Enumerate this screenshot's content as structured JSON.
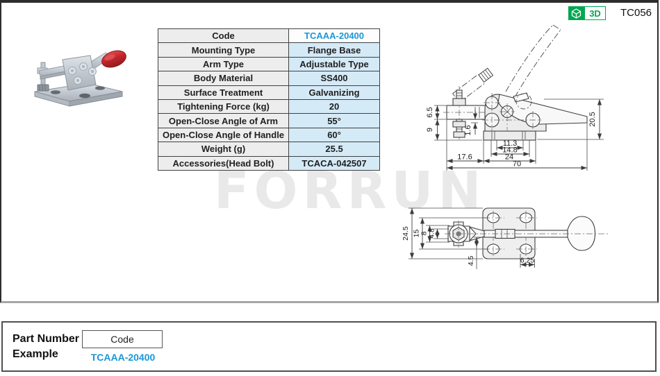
{
  "header": {
    "page_code": "TC056",
    "badge_3d_label": "3D"
  },
  "watermark": "FORRUN",
  "spec_table": {
    "rows": [
      {
        "label": "Code",
        "value": "TCAAA-20400",
        "highlight": true
      },
      {
        "label": "Mounting Type",
        "value": "Flange Base"
      },
      {
        "label": "Arm Type",
        "value": "Adjustable Type"
      },
      {
        "label": "Body Material",
        "value": "SS400"
      },
      {
        "label": "Surface Treatment",
        "value": "Galvanizing"
      },
      {
        "label": "Tightening Force (kg)",
        "value": "20"
      },
      {
        "label": "Open-Close Angle of Arm",
        "value": "55°"
      },
      {
        "label": "Open-Close Angle of Handle",
        "value": "60°"
      },
      {
        "label": "Weight (g)",
        "value": "25.5"
      },
      {
        "label": "Accessories(Head Bolt)",
        "value": "TCACA-042507"
      }
    ]
  },
  "drawings": {
    "side_view": {
      "dim_6_5": "6.5",
      "dim_9": "9",
      "dim_1_6": "1.6",
      "dim_20_5": "20.5",
      "dim_11_3": "11.3",
      "dim_14_8": "14.8",
      "dim_24": "24",
      "dim_17_6": "17.6",
      "dim_70": "70"
    },
    "top_view": {
      "dim_24_5": "24.5",
      "dim_15": "15",
      "dim_8": "8",
      "dim_4_8": "4.8",
      "dim_4_5": "4.5",
      "dim_6_25": "6.25"
    }
  },
  "part_number_example": {
    "title_line1": "Part Number",
    "title_line2": "Example",
    "code_label": "Code",
    "code_value": "TCAAA-20400"
  },
  "colors": {
    "accent_blue": "#1a97d5",
    "table_label_bg": "#ededed",
    "table_value_bg": "#d5eaf7",
    "badge_green": "#00a651",
    "handle_red": "#c4262b",
    "line_dark": "#3c3c3c"
  }
}
